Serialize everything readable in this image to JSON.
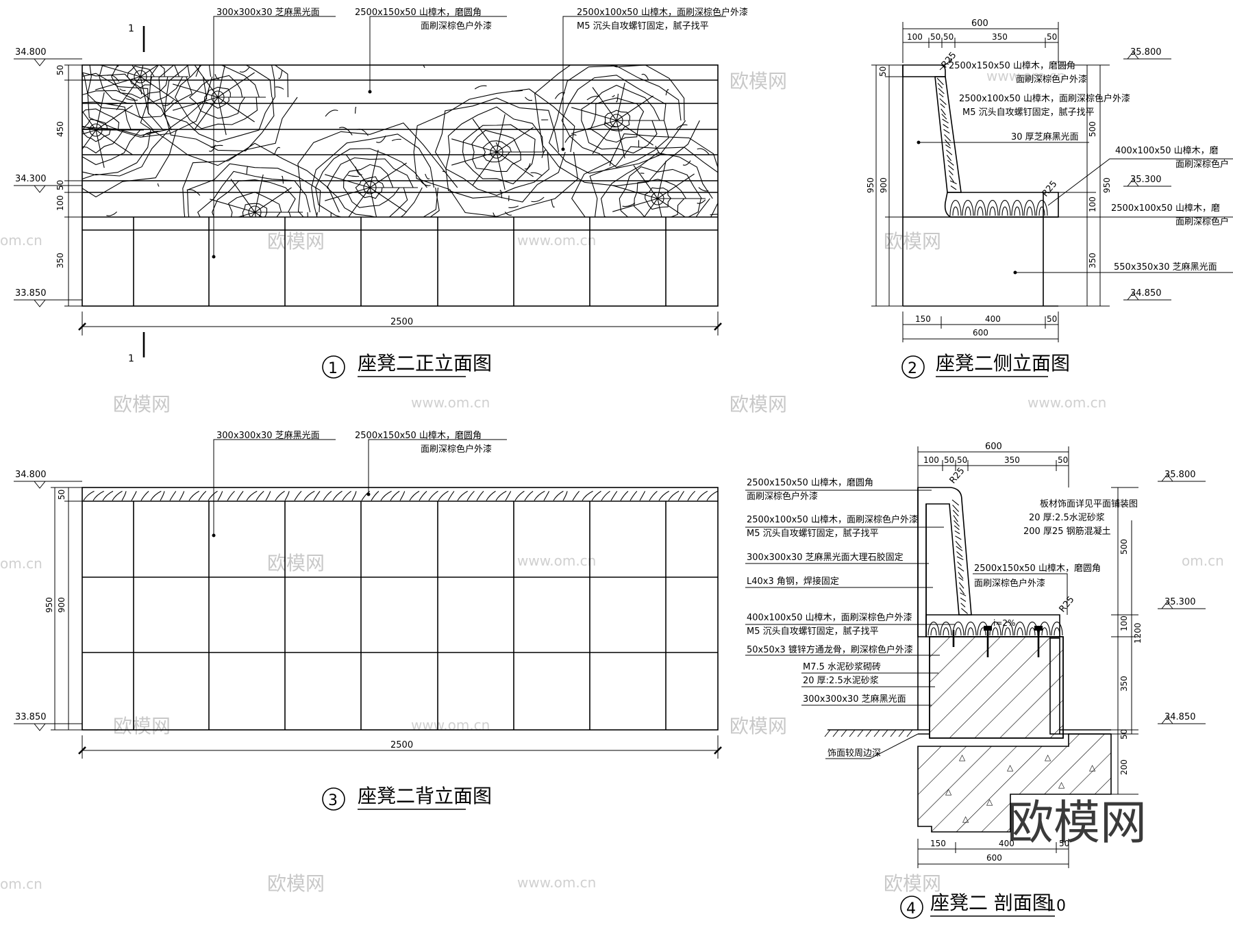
{
  "watermark": {
    "brand": "欧模网",
    "url": "www.om.cn",
    "url_cut": "om.cn",
    "big": "欧模网"
  },
  "section_marks": {
    "number": "1"
  },
  "front": {
    "title_num": "1",
    "title": "座凳二正立面图",
    "notes": [
      "300x300x30  芝麻黑光面",
      "2500x150x50  山樟木，磨圆角",
      "面刷深棕色户外漆",
      "2500x100x50  山樟木，面刷深棕色户外漆",
      "M5 沉头自攻螺钉固定，腻子找平"
    ],
    "elev": [
      "34.800",
      "34.300",
      "33.850"
    ],
    "dims": [
      "50",
      "450",
      "50",
      "100",
      "350",
      "2500"
    ]
  },
  "side": {
    "title_num": "2",
    "title": "座凳二侧立面图",
    "top_dims": [
      "600",
      "100",
      "50",
      "50",
      "350",
      "50"
    ],
    "bottom_dims": [
      "150",
      "400",
      "50",
      "600"
    ],
    "left_dims": [
      "50",
      "500",
      "950",
      "900",
      "100",
      "350"
    ],
    "right_dims": [
      "500",
      "950",
      "100",
      "350"
    ],
    "elev": [
      "35.800",
      "35.300",
      "34.850"
    ],
    "radius": [
      "R25",
      "R25"
    ],
    "notes": [
      "2500x150x50  山樟木，磨圆角",
      "面刷深棕色户外漆",
      "2500x100x50  山樟木，面刷深棕色户外漆",
      "M5 沉头自攻螺钉固定，腻子找平",
      "30 厚芝麻黑光面",
      "400x100x50  山樟木，磨",
      "面刷深棕色户",
      "2500x100x50  山樟木，磨",
      "面刷深棕色户",
      "550x350x30  芝麻黑光面"
    ]
  },
  "back": {
    "title_num": "3",
    "title": "座凳二背立面图",
    "notes": [
      "300x300x30  芝麻黑光面",
      "2500x150x50  山樟木，磨圆角",
      "面刷深棕色户外漆"
    ],
    "elev": [
      "34.800",
      "33.850"
    ],
    "dims": [
      "50",
      "950",
      "900",
      "2500"
    ]
  },
  "section": {
    "title_num": "4",
    "title": "座凳二 剖面图",
    "title_suffix": "10",
    "top_dims": [
      "600",
      "100",
      "50",
      "50",
      "350",
      "50"
    ],
    "bottom_dims": [
      "150",
      "400",
      "50",
      "600"
    ],
    "right_dims": [
      "500",
      "100",
      "1200",
      "350",
      "50",
      "200"
    ],
    "elev": [
      "35.800",
      "35.300",
      "34.850"
    ],
    "radius": [
      "R25",
      "R25"
    ],
    "slope": "i=2%",
    "notes_left": [
      "2500x150x50  山樟木，磨圆角",
      "面刷深棕色户外漆",
      "2500x100x50  山樟木，面刷深棕色户外漆",
      "M5 沉头自攻螺钉固定，腻子找平",
      "300x300x30  芝麻黑光面大理石胶固定",
      "L40x3 角钢，焊接固定",
      "400x100x50  山樟木，面刷深棕色户外漆",
      "M5 沉头自攻螺钉固定，腻子找平",
      "50x50x3  镀锌方通龙骨，刷深棕色户外漆",
      "M7.5 水泥砂浆砌砖",
      "20 厚:2.5水泥砂浆",
      "300x300x30  芝麻黑光面",
      "饰面较周边深"
    ],
    "notes_right": [
      "板材饰面详见平面铺装图",
      "20 厚:2.5水泥砂浆",
      "200 厚25 钢筋混凝土",
      "2500x150x50  山樟木，磨圆角",
      "面刷深棕色户外漆"
    ]
  }
}
